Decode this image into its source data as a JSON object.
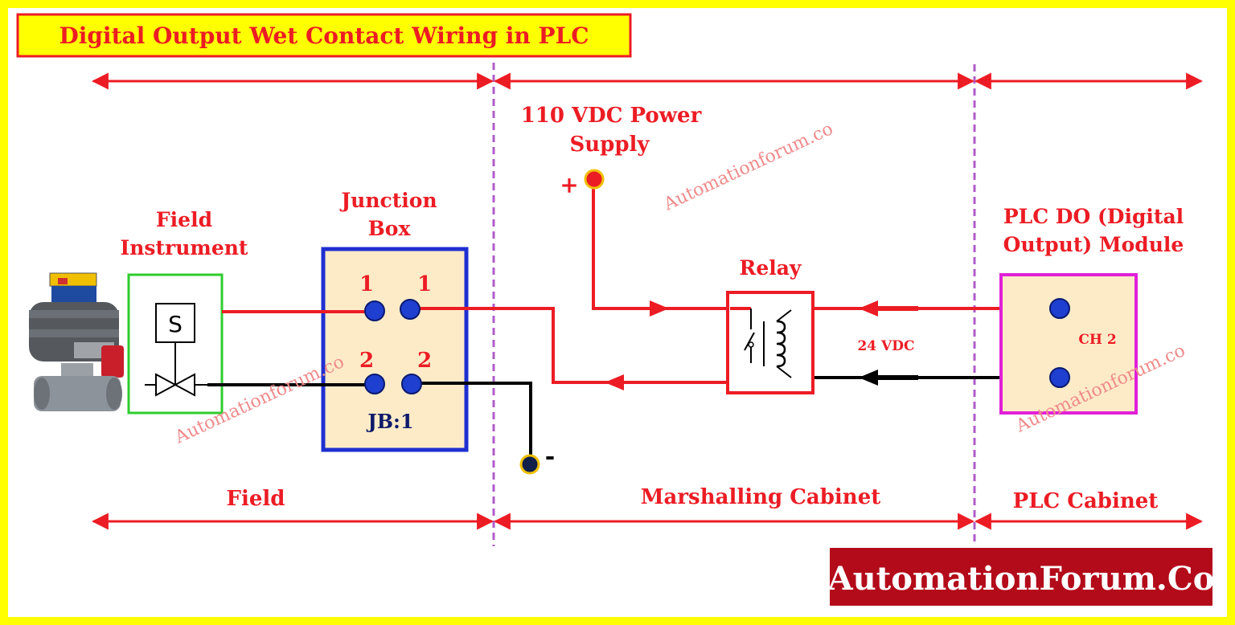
{
  "title": "Digital Output Wet Contact Wiring in PLC",
  "labels": {
    "field_instrument_l1": "Field",
    "field_instrument_l2": "Instrument",
    "junction_box_l1": "Junction",
    "junction_box_l2": "Box",
    "power_supply_l1": "110 VDC Power",
    "power_supply_l2": "Supply",
    "relay": "Relay",
    "plc_module_l1": "PLC DO (Digital",
    "plc_module_l2": "Output) Module",
    "solenoid": "S",
    "plus": "+",
    "minus": "-",
    "voltage": "24 VDC",
    "channel": "CH 2",
    "jb_name": "JB:1"
  },
  "terminals": {
    "t1_left": "1",
    "t1_right": "1",
    "t2_left": "2",
    "t2_right": "2"
  },
  "zones": {
    "field": "Field",
    "marshalling": "Marshalling Cabinet",
    "plc": "PLC Cabinet"
  },
  "watermark": "Automationforum.co",
  "brand": "AutomationForum.Co",
  "colors": {
    "frame": "#ffff00",
    "wire_red": "#ec1c24",
    "wire_black": "#000000",
    "title_box": "#ffff00",
    "jb_border": "#1f2fd0",
    "field_border": "#2ecc2e",
    "plc_border": "#e020d8",
    "box_fill": "#fdebc8",
    "terminal": "#1f3fd0",
    "divider": "#b05cc8",
    "brand_bg": "#b30b1a"
  }
}
